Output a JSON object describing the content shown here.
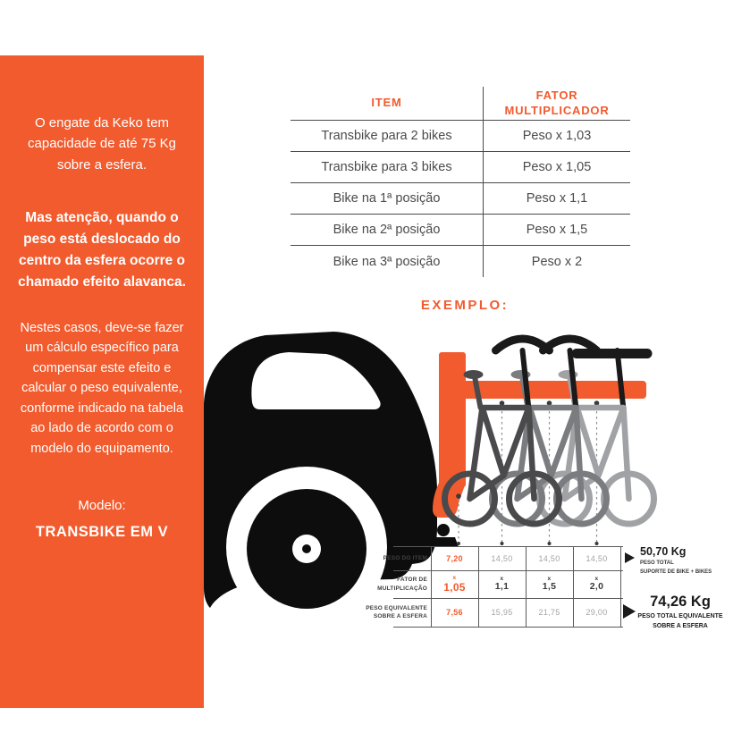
{
  "colors": {
    "orange": "#F15B2E",
    "dark": "#1A1A1A",
    "gray": "#A2A4A7"
  },
  "left_panel": {
    "intro": "O engate da Keko tem capacidade de até 75 Kg sobre a esfera.",
    "warning": "Mas atenção, quando o peso está deslocado do centro da esfera ocorre o chamado efeito alavanca.",
    "body": "Nestes casos, deve-se fazer um cálculo específico para compensar este efeito e calcular o peso equivalente, conforme indicado na tabela ao lado de acordo com o modelo do equipamento.",
    "model_label": "Modelo:",
    "model_name": "TRANSBIKE EM V"
  },
  "factor_table": {
    "header_item": "ITEM",
    "header_factor": "FATOR MULTIPLICADOR",
    "rows": [
      {
        "item": "Transbike para 2 bikes",
        "factor": "Peso x 1,03"
      },
      {
        "item": "Transbike para 3 bikes",
        "factor": "Peso x 1,05"
      },
      {
        "item": "Bike na 1ª posição",
        "factor": "Peso x 1,1"
      },
      {
        "item": "Bike na 2ª posição",
        "factor": "Peso x 1,5"
      },
      {
        "item": "Bike na 3ª posição",
        "factor": "Peso x 2"
      }
    ]
  },
  "example": {
    "title": "EXEMPLO:",
    "calc": {
      "labels": {
        "row1": "PESO DO ITEM",
        "row2": "FATOR DE MULTIPLICAÇÃO",
        "row3": "PESO EQUIVALENTE SOBRE A ESFERA"
      },
      "multiply_symbol": "x",
      "peso_do_item": [
        "7,20",
        "14,50",
        "14,50",
        "14,50"
      ],
      "fator_multiplicacao": [
        "1,05",
        "1,1",
        "1,5",
        "2,0"
      ],
      "peso_equivalente": [
        "7,56",
        "15,95",
        "21,75",
        "29,00"
      ],
      "total_peso": {
        "value": "50,70 Kg",
        "label_line1": "PESO TOTAL",
        "label_line2": "SUPORTE DE BIKE + BIKES"
      },
      "total_equivalente": {
        "value": "74,26 Kg",
        "label_line1": "PESO TOTAL EQUIVALENTE",
        "label_line2": "SOBRE A ESFERA"
      }
    }
  }
}
